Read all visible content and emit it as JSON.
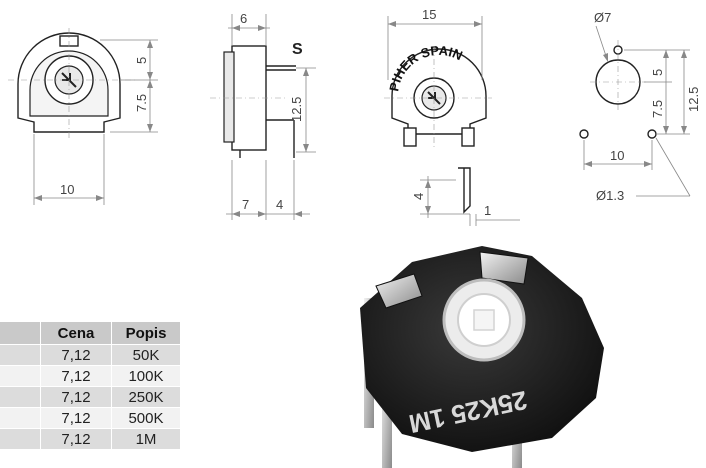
{
  "dimensions": {
    "front_width": "10",
    "front_top": "5",
    "front_bottom": "7.5",
    "side_width": "6",
    "side_height": "12.5",
    "side_pin_left": "7",
    "side_pin_right": "4",
    "side_label": "S",
    "brand_width": "15",
    "brand_text": "PIHER SPAIN",
    "pin_height": "4",
    "pin_width": "1",
    "hole_diameter": "Ø7",
    "hole_top": "5",
    "hole_bottom": "7.5",
    "hole_total": "12.5",
    "hole_spacing": "10",
    "pin_hole_diameter": "Ø1.3"
  },
  "table": {
    "headers": [
      "Cena",
      "Popis"
    ],
    "rows": [
      {
        "cena": "7,12",
        "popis": "50K"
      },
      {
        "cena": "7,12",
        "popis": "100K"
      },
      {
        "cena": "7,12",
        "popis": "250K"
      },
      {
        "cena": "7,12",
        "popis": "500K"
      },
      {
        "cena": "7,12",
        "popis": "1M"
      }
    ]
  },
  "photo": {
    "marking": "25K25 1M"
  }
}
